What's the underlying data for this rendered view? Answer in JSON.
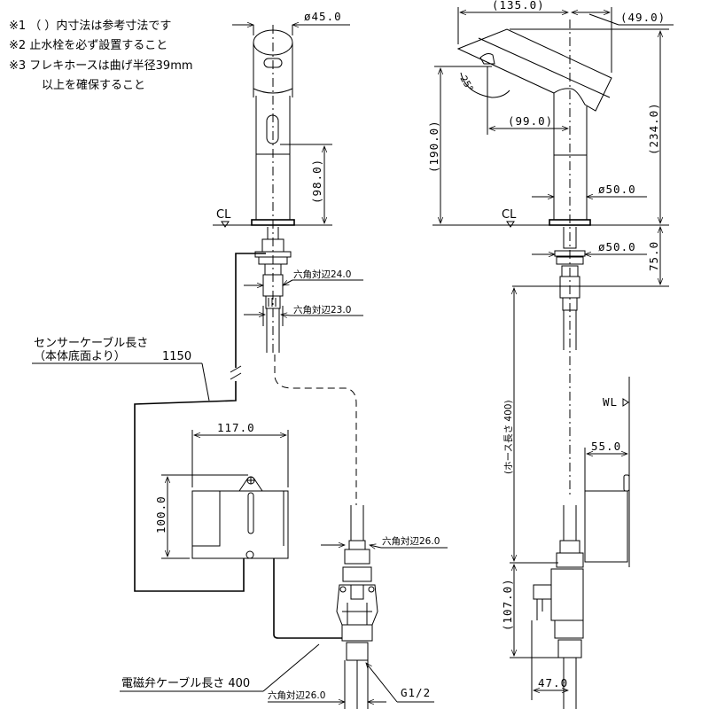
{
  "notes": [
    "※1 （ ）内寸法は参考寸法です",
    "※2 止水栓を必ず設置すること",
    "※3 フレキホースは曲げ半径39mm",
    "以上を確保すること"
  ],
  "front_view": {
    "dia_top": "ø45.0",
    "sensor_height": "(98.0)",
    "cl": "CL",
    "hex_24": "六角対辺24.0",
    "hex_23": "六角対辺23.0",
    "sensor_cable_label": "センサーケーブル長さ",
    "sensor_cable_sub": "（本体底面より）",
    "sensor_cable_len": "1150",
    "box_width": "117.0",
    "box_height": "100.0",
    "hex_26_upper": "六角対辺26.0",
    "valve_cable_label": "電磁弁ケーブル長さ 400",
    "hex_26_lower": "六角対辺26.0",
    "thread": "G1/2"
  },
  "side_view": {
    "reach": "(135.0)",
    "overhang": "(49.0)",
    "angle": "25°",
    "spout_height": "(190.0)",
    "total_height": "(234.0)",
    "sensor_reach": "(99.0)",
    "dia_body": "ø50.0",
    "dia_base": "ø50.0",
    "cl": "CL",
    "below_counter": "75.0",
    "hose": "(ホース長さ 400)",
    "wl": "WL",
    "box_depth": "55.0",
    "valve_height": "(107.0)",
    "valve_offset": "47.0"
  }
}
